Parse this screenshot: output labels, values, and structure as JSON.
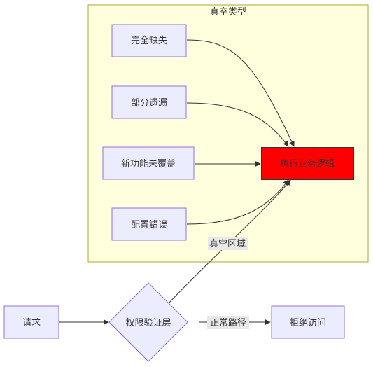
{
  "colors": {
    "node_fill": "#ECECFF",
    "node_stroke": "#9370DB",
    "highlight_fill": "#FF0000",
    "highlight_stroke": "#333333",
    "cluster_fill": "#FFFFDE",
    "cluster_stroke": "#AAAA33",
    "edge": "#333333",
    "edge_label_bg": "#E8E8E8",
    "text": "#333333"
  },
  "cluster": {
    "title": "真空类型"
  },
  "nodes": {
    "complete_missing": "完全缺失",
    "partial_omission": "部分遗漏",
    "new_feature_uncovered": "新功能未覆盖",
    "misconfiguration": "配置错误",
    "execute_business_logic": "执行业务逻辑",
    "request": "请求",
    "auth_layer": "权限验证层",
    "deny_access": "拒绝访问"
  },
  "edge_labels": {
    "vacuum_zone": "真空区域",
    "normal_path": "正常路径"
  }
}
